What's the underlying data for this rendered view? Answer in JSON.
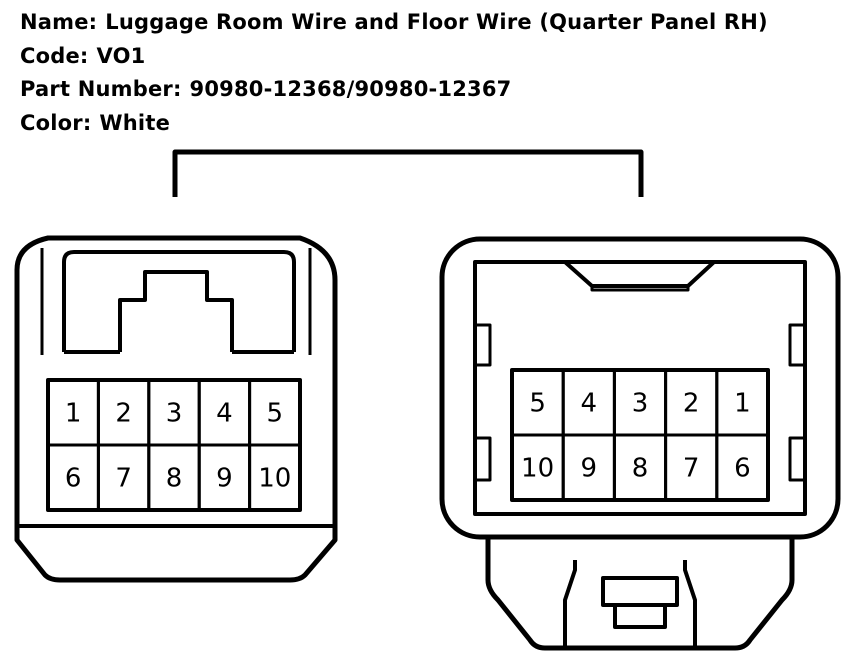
{
  "info": {
    "name_label": "Name:",
    "name_value": "Luggage Room Wire and Floor Wire (Quarter Panel RH)",
    "code_label": "Code:",
    "code_value": "VO1",
    "part_label": "Part Number:",
    "part_value": "90980-12368/90980-12367",
    "color_label": "Color:",
    "color_value": "White"
  },
  "left_connector": {
    "pins": [
      "1",
      "2",
      "3",
      "4",
      "5",
      "6",
      "7",
      "8",
      "9",
      "10"
    ]
  },
  "right_connector": {
    "pins": [
      "5",
      "4",
      "3",
      "2",
      "1",
      "10",
      "9",
      "8",
      "7",
      "6"
    ]
  }
}
